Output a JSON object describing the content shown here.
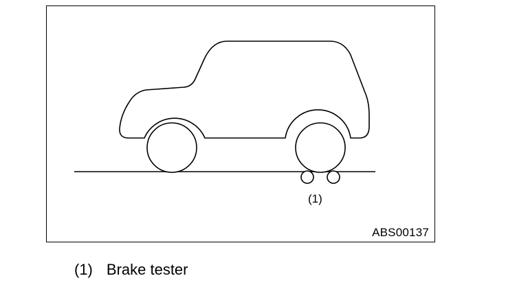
{
  "figure": {
    "callout": "(1)",
    "code": "ABS00137"
  },
  "legend": [
    {
      "number": "(1)",
      "label": "Brake tester"
    }
  ],
  "colors": {
    "line": "#000000",
    "background": "#ffffff"
  },
  "icons": [
    "vehicle-outline",
    "wheel",
    "tester-roller"
  ]
}
